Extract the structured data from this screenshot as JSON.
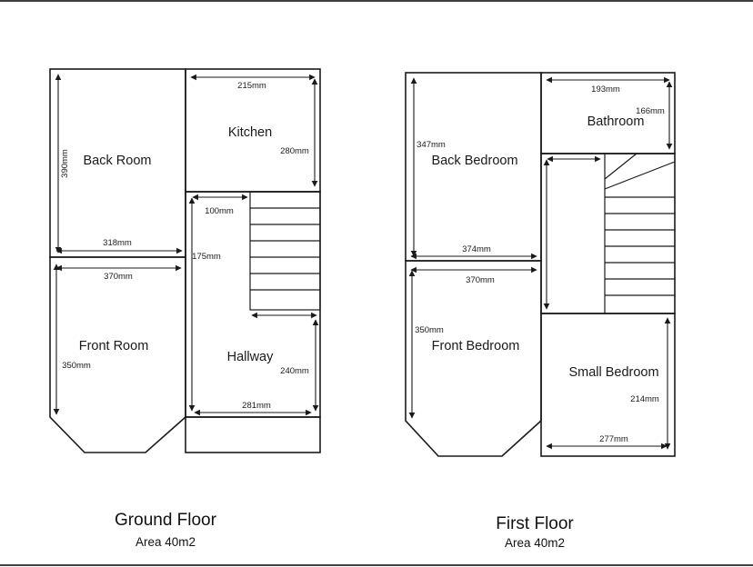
{
  "ground_floor": {
    "title": "Ground Floor",
    "area": "Area 40m2",
    "rooms": {
      "back_room": "Back Room",
      "kitchen": "Kitchen",
      "front_room": "Front Room",
      "hallway": "Hallway"
    },
    "dimensions": {
      "back_room_height": "390mm",
      "back_room_width": "318mm",
      "kitchen_width": "215mm",
      "kitchen_height": "280mm",
      "hall_landing_width": "100mm",
      "hall_height": "175mm",
      "front_room_width": "370mm",
      "front_room_height": "350mm",
      "hallway_height": "240mm",
      "hallway_width": "281mm"
    }
  },
  "first_floor": {
    "title": "First Floor",
    "area": "Area 40m2",
    "rooms": {
      "back_bedroom": "Back Bedroom",
      "bathroom": "Bathroom",
      "front_bedroom": "Front Bedroom",
      "small_bedroom": "Small Bedroom"
    },
    "dimensions": {
      "bathroom_width": "193mm",
      "bathroom_height": "166mm",
      "back_bedroom_height": "347mm",
      "back_bedroom_width": "374mm",
      "front_bedroom_width": "370mm",
      "front_bedroom_height": "350mm",
      "small_bedroom_height": "214mm",
      "small_bedroom_width": "277mm"
    }
  }
}
